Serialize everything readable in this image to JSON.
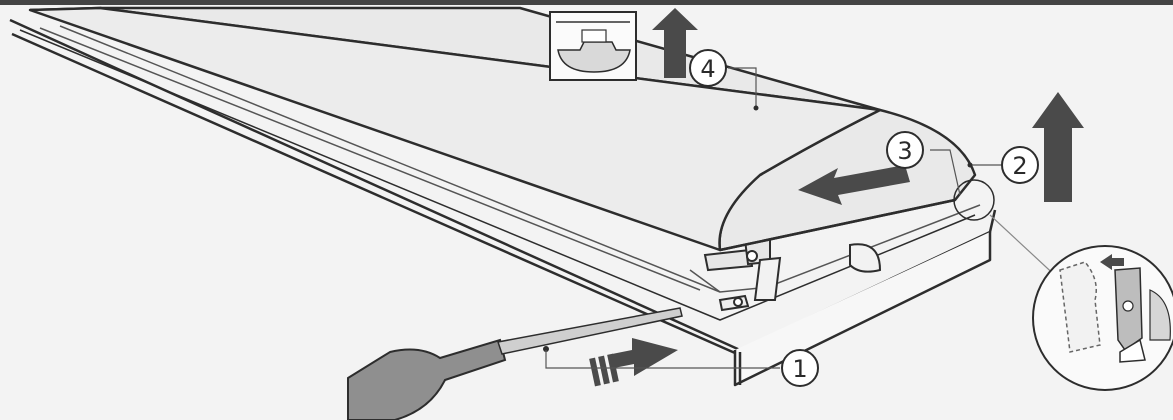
{
  "steps": [
    {
      "label": "1"
    },
    {
      "label": "2"
    },
    {
      "label": "3"
    },
    {
      "label": "4"
    }
  ],
  "colors": {
    "background": "#f3f3f3",
    "line": "#2d2d2d",
    "cover": "#ececec",
    "arrow": "#4a4a4a",
    "handle": "#8f8f8f"
  },
  "icons": [
    "screwdriver",
    "up-arrow",
    "left-arrow",
    "right-arrow",
    "magnifier-detail",
    "inset-clip-detail"
  ]
}
